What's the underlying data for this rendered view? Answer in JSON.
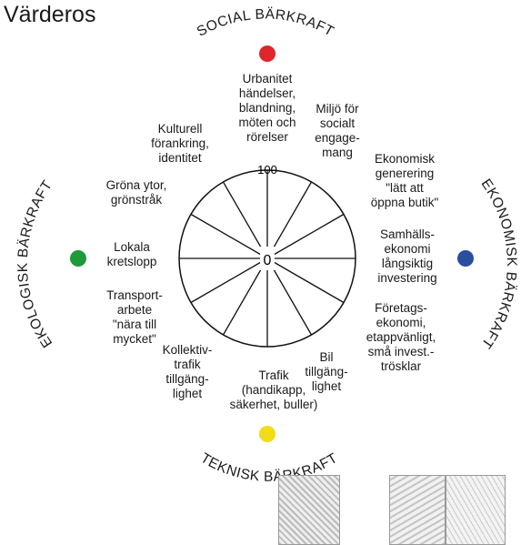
{
  "title": "Värderos",
  "dimensions": {
    "social": "SOCIAL BÄRKRAFT",
    "economic": "EKONOMISK BÄRKRAFT",
    "technical": "TEKNISK BÄRKRAFT",
    "ecological": "EKOLOGISK BÄRKRAFT"
  },
  "colors": {
    "social": "#e0262c",
    "economic": "#2b4ea0",
    "technical": "#f2dc1a",
    "ecological": "#1e9a3a"
  },
  "scale": {
    "max": "100",
    "center": "0"
  },
  "criteria": [
    "Urbanitet\nhändelser,\nblandning,\nmöten och\nrörelser",
    "Miljö för\nsocialt\nengage-\nmang",
    "Ekonomisk\ngenerering\n\"lätt att\nöppna butik\"",
    "Samhälls-\nekonomi\nlångsiktig\ninvestering",
    "Företags-\nekonomi,\netappvänligt,\nsmå invest.-\ntrösklar",
    "Bil\ntillgäng-\nlighet",
    "Trafik\n(handikapp,\nsäkerhet, buller)",
    "Kollektiv-\ntrafik\ntillgäng-\nlighet",
    "Transport-\narbete\n\"nära till\nmycket\"",
    "Lokala\nkretslopp",
    "Gröna ytor,\ngrönstråk",
    "Kulturell\nförankring,\nidentitet"
  ]
}
